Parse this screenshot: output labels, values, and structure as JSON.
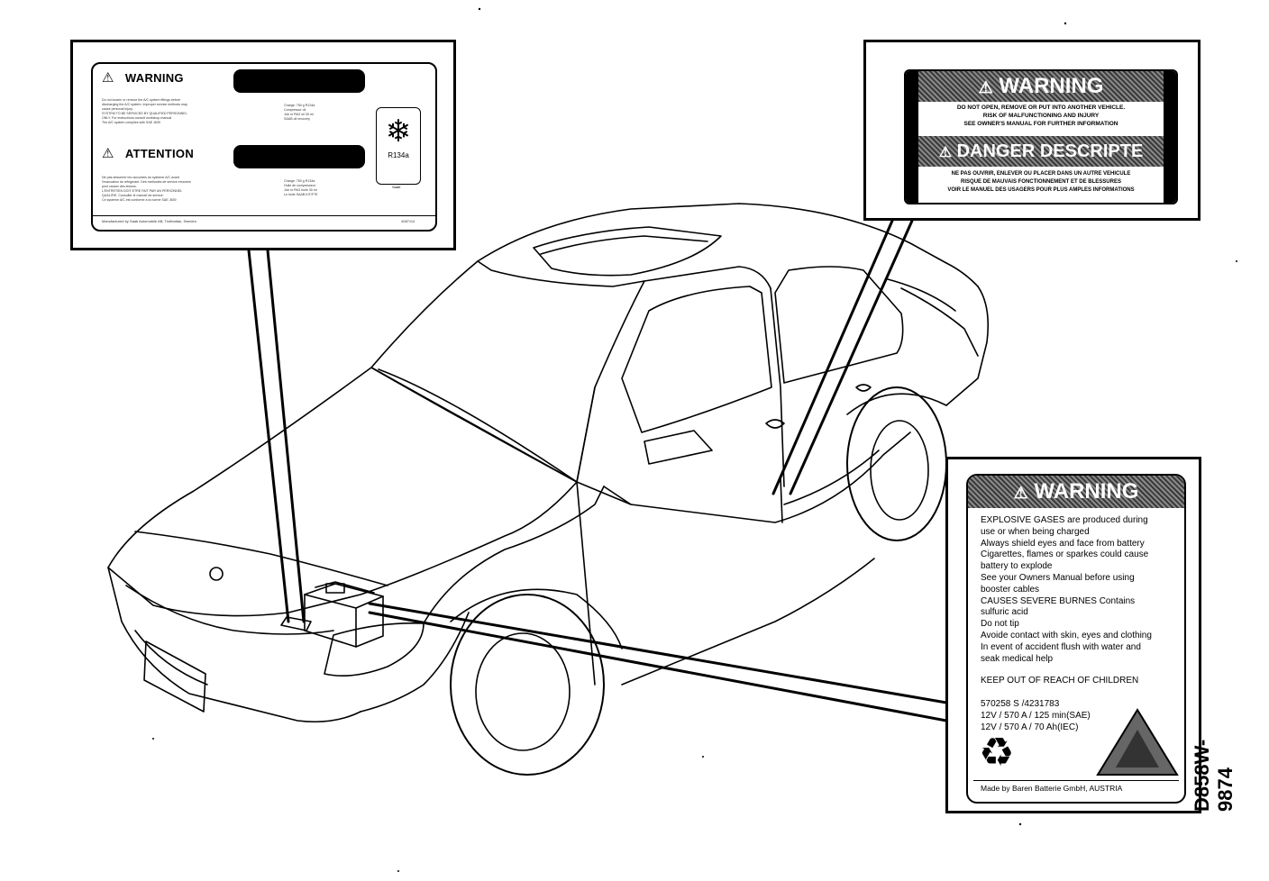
{
  "figure_id": "D858W-9874",
  "ac_label": {
    "warning_heading": "WARNING",
    "attention_heading": "ATTENTION",
    "warning_text": [
      "Do not loosen or remove the A/C system fittings before",
      "discharging the A/C system. Improper service methods may",
      "cause personal injury.",
      "SYSTEM TO BE SERVICED BY QUALIFIED PERSONNEL",
      "ONLY. For instructions consult workshop manual.",
      "The A/C system complies with SAE J639"
    ],
    "warning_charge": [
      "Charge: 750 g R134a",
      "Compressor oil",
      "Job nr PAG oil 30 ml",
      "SAAB oil recovery"
    ],
    "attention_text": [
      "Ne pas desserrer les raccordes du systeme A/C avant",
      "l'evacuation du refrigerant. Des methodes de service erronees",
      "peut causer des lesions.",
      "L'ENTRETIEN DOIT ETRE FAIT PAR UN PERSONNEL",
      "QUALIFIE. Consulter le manuel de service.",
      "Ce systeme A/C est conforme a la norme SAE J639"
    ],
    "attention_charge": [
      "Charge: 750 g R134a",
      "Huile de compresseur",
      "Job nr PAG huile 30 ml",
      "Le huile SAAB KIT/FTE"
    ],
    "refrigerant": "R134a",
    "icon_caption": "Saab",
    "manufacturer": "Manufactured by Saab Automobile AB, Trollhattan, Sweden",
    "part_no": "4087114"
  },
  "door_label": {
    "warning_heading": "WARNING",
    "warning_lines": [
      "DO NOT OPEN, REMOVE OR PUT INTO ANOTHER VEHICLE.",
      "RISK OF MALFUNCTIONING AND INJURY",
      "SEE OWNER'S MANUAL FOR FURTHER INFORMATION"
    ],
    "danger_heading": "DANGER DESCRIPTE",
    "danger_lines": [
      "NE PAS OUVRIR, ENLEVER OU PLACER DANS UN AUTRE VEHICULE",
      "RISQUE DE MAUVAIS FONCTIONNEMENT ET DE BLESSURES",
      "VOIR LE MANUEL DES USAGERS POUR PLUS AMPLES INFORMATIONS"
    ]
  },
  "battery_label": {
    "heading": "WARNING",
    "lines": [
      "EXPLOSIVE GASES are produced during",
      "use or when being charged",
      "Always shield eyes and face from battery",
      "Cigarettes, flames or sparkes could cause",
      " battery to explode",
      "See your Owners Manual before using",
      "booster cables",
      "CAUSES SEVERE BURNES Contains",
      "sulfuric acid",
      "Do not tip",
      "Avoide contact with skin, eyes and clothing",
      "In event of accident flush with water and",
      "seak medical help"
    ],
    "keep_out": "KEEP OUT OF REACH OF CHILDREN",
    "specs": [
      "570258 S /4231783",
      "12V / 570 A / 125 min(SAE)",
      "12V / 570 A / 70 Ah(IEC)"
    ],
    "maker": "Made by Baren Batterie GmbH, AUSTRIA"
  }
}
